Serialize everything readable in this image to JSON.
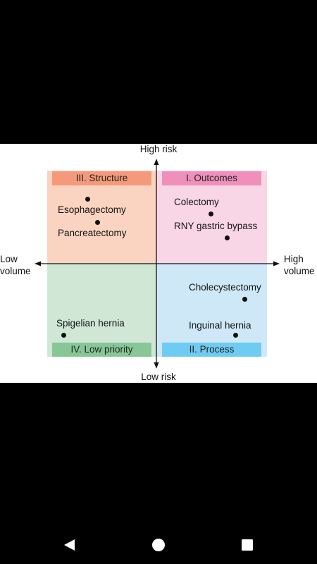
{
  "diagram": {
    "axis": {
      "top": "High risk",
      "bottom": "Low risk",
      "left_line1": "Low",
      "left_line2": "volume",
      "right_line1": "High",
      "right_line2": "volume"
    },
    "quadrants": {
      "outcomes": "I. Outcomes",
      "process": "II. Process",
      "structure": "III. Structure",
      "low_priority": "IV. Low priority"
    },
    "procedures": {
      "esophagectomy": "Esophagectomy",
      "pancreatectomy": "Pancreatectomy",
      "colectomy": "Colectomy",
      "rny_gastric_bypass": "RNY gastric bypass",
      "cholecystectomy": "Cholecystectomy",
      "inguinal_hernia": "Inguinal hernia",
      "spigelian_hernia": "Spigelian hernia"
    },
    "colors": {
      "structure_header": "#f49a7a",
      "outcomes_header": "#ef8fba",
      "low_priority_header": "#87c797",
      "process_header": "#6ecbf1"
    }
  },
  "navbar": {
    "back_icon": "back-triangle-icon",
    "home_icon": "home-circle-icon",
    "recents_icon": "recents-square-icon"
  }
}
